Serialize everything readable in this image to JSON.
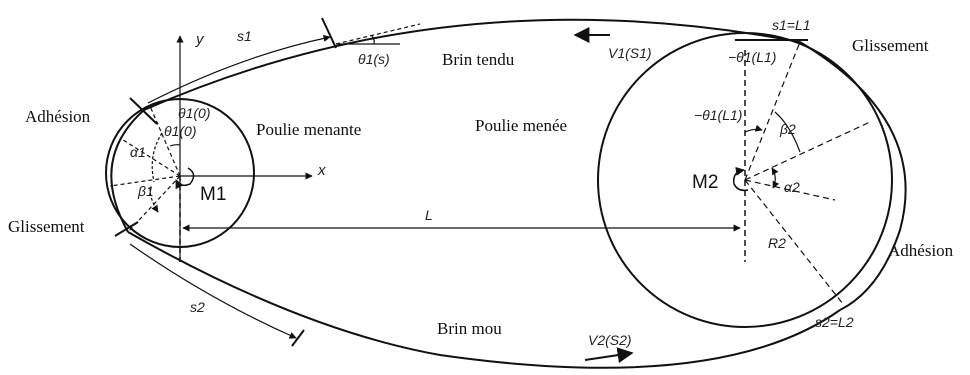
{
  "labels": {
    "adhesion_left": "Adhésion",
    "glissement_left": "Glissement",
    "glissement_right": "Glissement",
    "adhesion_right": "Adhésion",
    "poulie_menante": "Poulie menante",
    "poulie_menee": "Poulie menée",
    "brin_tendu": "Brin tendu",
    "brin_mou": "Brin mou"
  },
  "symbols": {
    "y_axis": "y",
    "x_axis": "x",
    "s1": "s1",
    "s2": "s2",
    "theta1_s": "θ1(s)",
    "theta1_0_a": "θ1(0)",
    "theta1_0_b": "θ1(0)",
    "alpha1": "α1",
    "beta1": "β1",
    "M1": "M1",
    "L": "L",
    "V1": "V1(S1)",
    "V2": "V2(S2)",
    "s1_eq": "s1=L1",
    "minus_theta1_L1_top": "−θ1(L1)",
    "minus_theta1_L1_mid": "−θ1(L1)",
    "beta2": "β2",
    "M2": "M2",
    "alpha2": "α2",
    "R2": "R2",
    "s2_eq": "s2=L2"
  }
}
